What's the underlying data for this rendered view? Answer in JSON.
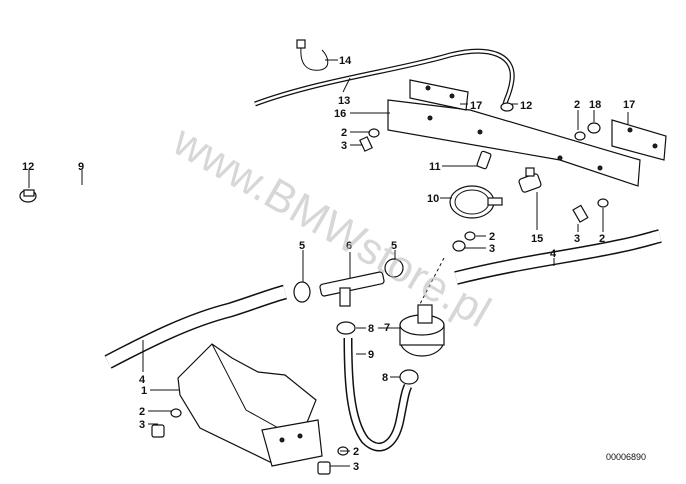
{
  "diagram": {
    "watermark": "www.BMWstore.pl",
    "drawing_code": "00006890",
    "callouts": [
      {
        "id": "c14",
        "text": "14"
      },
      {
        "id": "c13",
        "text": "13"
      },
      {
        "id": "c16",
        "text": "16"
      },
      {
        "id": "c17a",
        "text": "17"
      },
      {
        "id": "c12a",
        "text": "12"
      },
      {
        "id": "c2a",
        "text": "2"
      },
      {
        "id": "c18",
        "text": "18"
      },
      {
        "id": "c17b",
        "text": "17"
      },
      {
        "id": "c2b",
        "text": "2"
      },
      {
        "id": "c3a",
        "text": "3"
      },
      {
        "id": "c11",
        "text": "11"
      },
      {
        "id": "c12b",
        "text": "12"
      },
      {
        "id": "c9a",
        "text": "9"
      },
      {
        "id": "c10",
        "text": "10"
      },
      {
        "id": "c15",
        "text": "15"
      },
      {
        "id": "c3b",
        "text": "3"
      },
      {
        "id": "c2c",
        "text": "2"
      },
      {
        "id": "c2d",
        "text": "2"
      },
      {
        "id": "c3c",
        "text": "3"
      },
      {
        "id": "c4a",
        "text": "4"
      },
      {
        "id": "c5a",
        "text": "5"
      },
      {
        "id": "c6",
        "text": "6"
      },
      {
        "id": "c5b",
        "text": "5"
      },
      {
        "id": "c8a",
        "text": "8"
      },
      {
        "id": "c7",
        "text": "7"
      },
      {
        "id": "c9b",
        "text": "9"
      },
      {
        "id": "c4b",
        "text": "4"
      },
      {
        "id": "c1",
        "text": "1"
      },
      {
        "id": "c8b",
        "text": "8"
      },
      {
        "id": "c2e",
        "text": "2"
      },
      {
        "id": "c3d",
        "text": "3"
      },
      {
        "id": "c2f",
        "text": "2"
      },
      {
        "id": "c3e",
        "text": "3"
      }
    ]
  }
}
